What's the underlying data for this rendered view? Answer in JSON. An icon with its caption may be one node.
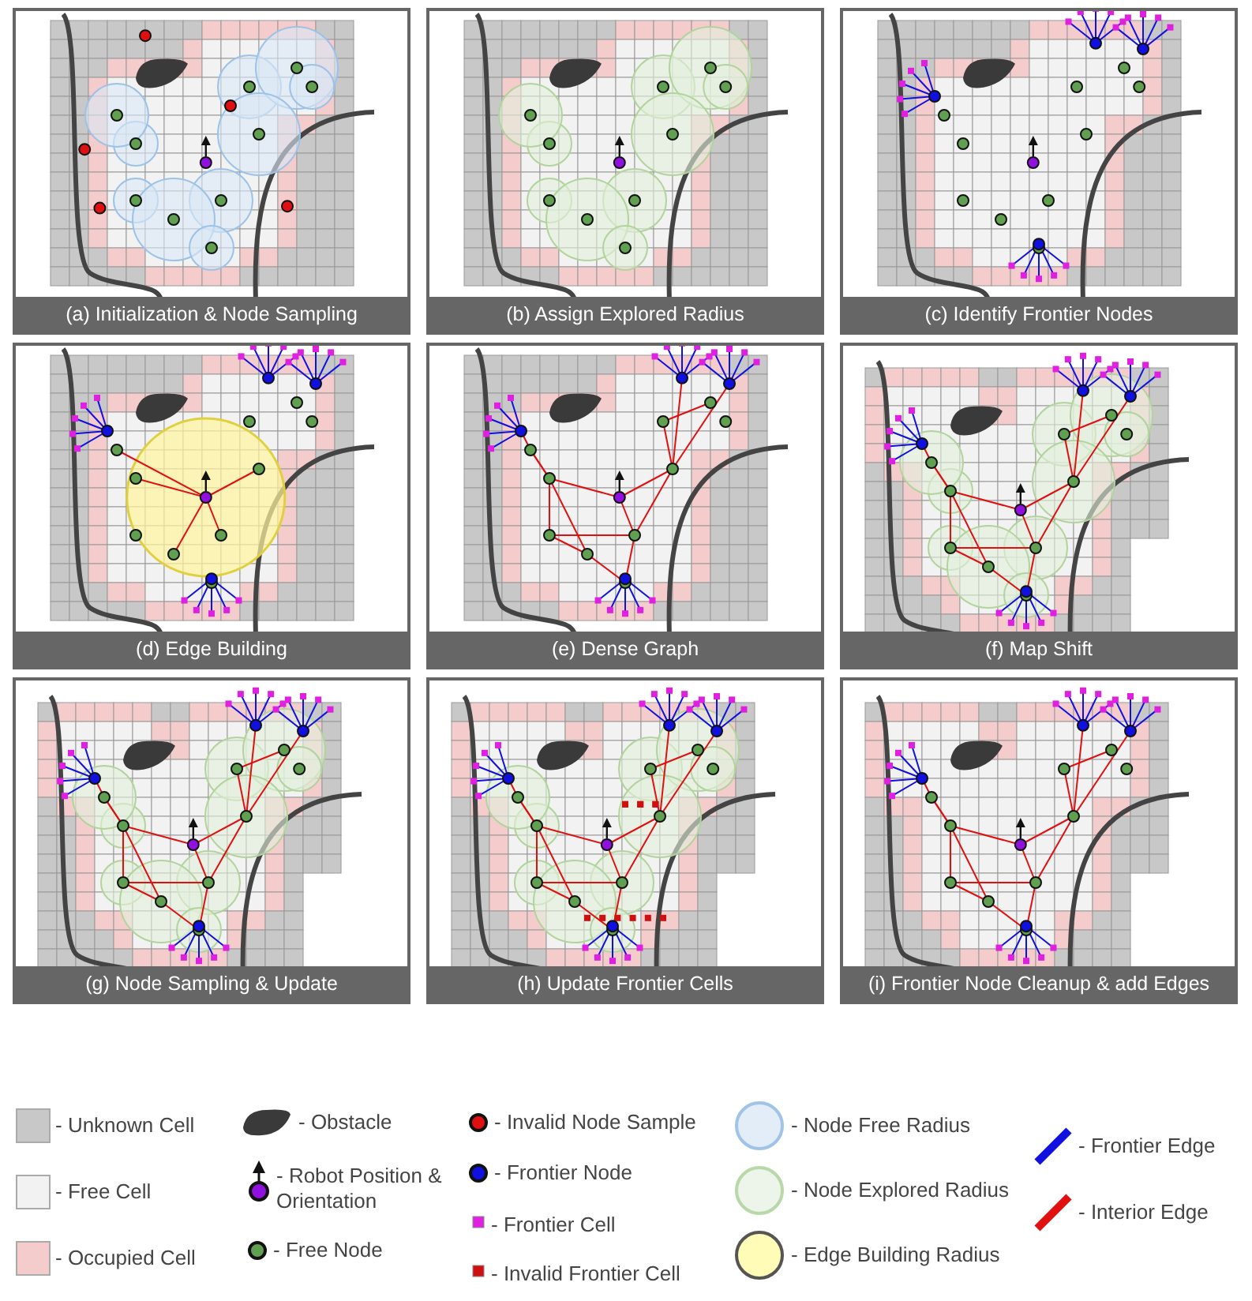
{
  "diagram": {
    "labels": [
      "(a) Initialization & Node Sampling",
      "(b) Assign Explored Radius",
      "(c) Identify Frontier Nodes",
      "(d) Edge Building",
      "(e) Dense Graph",
      "(f) Map Shift",
      "(g) Node Sampling & Update",
      "(h) Update Frontier Cells",
      "(i) Frontier Node Cleanup & add Edges"
    ],
    "legend": [
      {
        "text": "- Unknown Cell",
        "color": "#c8c8c8"
      },
      {
        "text": "- Free Cell",
        "color": "#f2f2f2"
      },
      {
        "text": "- Occupied Cell",
        "color": "#f4cccc"
      },
      {
        "text": "- Obstacle"
      },
      {
        "text": "- Robot Position & Orientation"
      },
      {
        "text": "- Free Node"
      },
      {
        "text": "- Invalid Node Sample"
      },
      {
        "text": "- Frontier Node"
      },
      {
        "text": "- Frontier Cell"
      },
      {
        "text": "- Invalid Frontier Cell"
      },
      {
        "text": "- Node Free Radius"
      },
      {
        "text": "- Node Explored Radius"
      },
      {
        "text": "- Edge Building Radius"
      },
      {
        "text": "- Frontier Edge"
      },
      {
        "text": "- Interior Edge"
      }
    ]
  }
}
